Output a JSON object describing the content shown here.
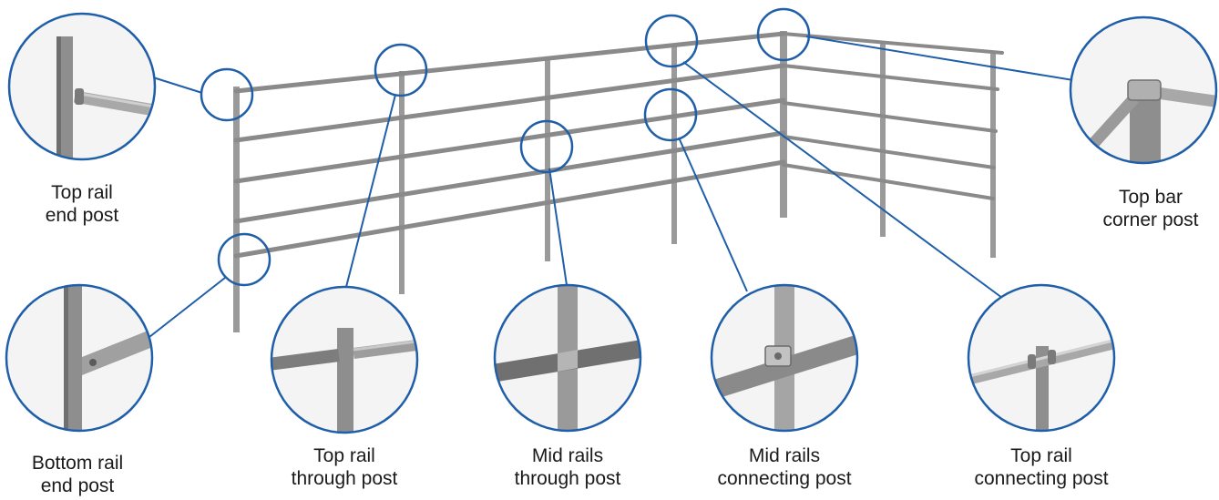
{
  "colors": {
    "accent": "#1f5ea8",
    "rail": "#8a8a8a",
    "post": "#9a9a9a",
    "text": "#1a1a1a"
  },
  "callouts": [
    {
      "id": "top-rail-end-post",
      "line1": "Top rail",
      "line2": "end post"
    },
    {
      "id": "bottom-rail-end-post",
      "line1": "Bottom rail",
      "line2": "end post"
    },
    {
      "id": "top-rail-through-post",
      "line1": "Top rail",
      "line2": "through post"
    },
    {
      "id": "mid-rails-through-post",
      "line1": "Mid rails",
      "line2": "through post"
    },
    {
      "id": "mid-rails-connecting-post",
      "line1": "Mid rails",
      "line2": "connecting post"
    },
    {
      "id": "top-rail-connecting-post",
      "line1": "Top rail",
      "line2": "connecting post"
    },
    {
      "id": "top-bar-corner-post",
      "line1": "Top bar",
      "line2": "corner post"
    }
  ]
}
